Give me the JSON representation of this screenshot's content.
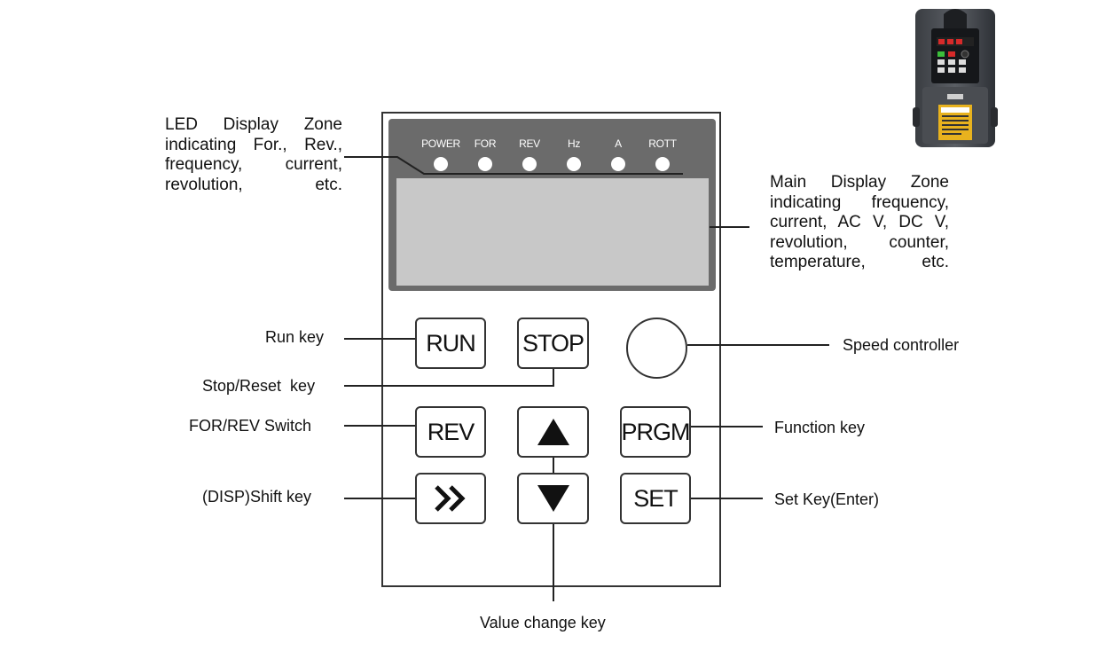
{
  "leds": [
    {
      "label": "POWER"
    },
    {
      "label": "FOR"
    },
    {
      "label": "REV"
    },
    {
      "label": "Hz"
    },
    {
      "label": "A"
    },
    {
      "label": "ROTT"
    }
  ],
  "keys": {
    "run": "RUN",
    "stop": "STOP",
    "rev": "REV",
    "prgm": "PRGM",
    "set": "SET",
    "shift_symbol": "≫"
  },
  "labels": {
    "led_zone": [
      "LED Display Zone",
      "indicating For., Rev.,",
      "frequency, current,",
      "revolution, etc."
    ],
    "main_display": [
      "Main Display Zone",
      "indicating frequency,",
      "current, AC V, DC V,",
      "revolution, counter,",
      "temperature, etc."
    ],
    "run_key": "Run key",
    "stop_key": "Stop/Reset  key",
    "for_rev": "FOR/REV Switch",
    "shift_key": "(DISP)Shift key",
    "speed_controller": "Speed controller",
    "function_key": "Function key",
    "set_key": "Set Key(Enter)",
    "value_change": "Value change key"
  },
  "icons": {
    "up": "up-triangle-icon",
    "down": "down-triangle-icon",
    "shift": "double-chevron-right-icon"
  }
}
